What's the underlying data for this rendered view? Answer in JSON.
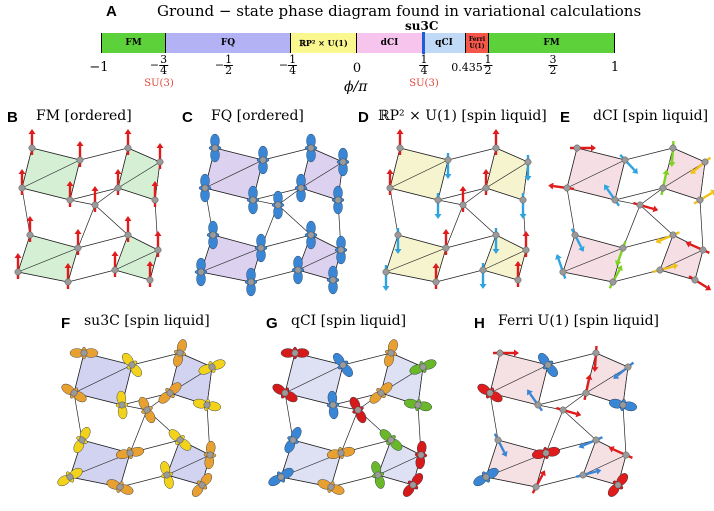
{
  "header": {
    "label": "A",
    "title": "Ground − state phase diagram found in variational calculations",
    "marker_label": "su3C"
  },
  "phase_bar": {
    "sections": [
      {
        "label": "FM",
        "color": "#5cd13a"
      },
      {
        "label": "FQ",
        "color": "#b2b2f4"
      },
      {
        "label": "ℝP² × U(1)",
        "color": "#fbf78f"
      },
      {
        "label": "dCI",
        "color": "#f7c4ee"
      },
      {
        "label": "qCI",
        "color": "#bfd9f6"
      },
      {
        "label": "Ferri U(1)",
        "color": "#f5564a"
      },
      {
        "label": "FM",
        "color": "#5cd13a"
      }
    ],
    "ticks": [
      {
        "label": "−1"
      },
      {
        "label": "−",
        "num": "3",
        "den": "4",
        "sub": "SU(3)"
      },
      {
        "label": "−",
        "num": "1",
        "den": "2"
      },
      {
        "label": "−",
        "num": "1",
        "den": "4"
      },
      {
        "label": "0"
      },
      {
        "label": "",
        "num": "1",
        "den": "4",
        "sub": "SU(3)"
      },
      {
        "label": "0.435"
      },
      {
        "label": "",
        "num": "1",
        "den": "2"
      },
      {
        "label": "",
        "num": "3",
        "den": "2"
      },
      {
        "label": "1"
      }
    ],
    "axis_label": "ϕ/π"
  },
  "panels": [
    {
      "label": "B",
      "title": "FM [ordered]",
      "fill": "#cdeccd",
      "kind": "arrows",
      "colors": [
        "#e01b1b"
      ]
    },
    {
      "label": "C",
      "title": "FQ [ordered]",
      "fill": "#d6c9ec",
      "kind": "blobs",
      "colors": [
        "#3a86d6"
      ]
    },
    {
      "label": "D",
      "title": "ℝP² × U(1) [spin liquid]",
      "fill": "#f3f2c6",
      "kind": "arrows",
      "colors": [
        "#e01b1b",
        "#2fa3e0"
      ]
    },
    {
      "label": "E",
      "title": "dCI [spin liquid]",
      "fill": "#f3d9df",
      "kind": "arrows",
      "colors": [
        "#e01b1b",
        "#2fa3e0",
        "#7ed321",
        "#f2c11a"
      ]
    },
    {
      "label": "F",
      "title": "su3C [spin liquid]",
      "fill": "#c9cbef",
      "kind": "blobs",
      "colors": [
        "#e8a030",
        "#f2d21a"
      ]
    },
    {
      "label": "G",
      "title": "qCI [spin liquid]",
      "fill": "#d8daf2",
      "kind": "blobs",
      "colors": [
        "#d61a1a",
        "#3a86d6",
        "#e8a030",
        "#6ab82a"
      ]
    },
    {
      "label": "H",
      "title": "Ferri U(1) [spin liquid]",
      "fill": "#f3dadf",
      "kind": "mixed",
      "colors": [
        "#e01b1b",
        "#3a86d6"
      ]
    }
  ]
}
